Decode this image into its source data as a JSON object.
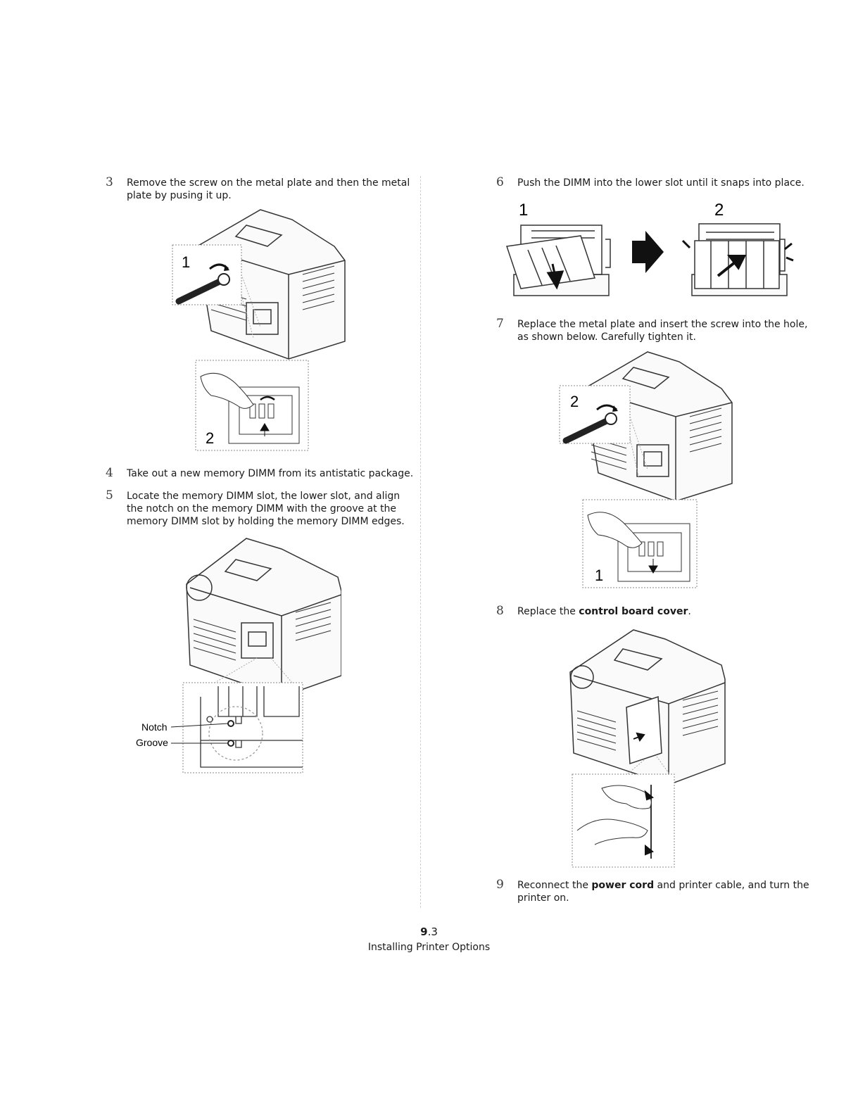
{
  "steps": [
    {
      "num": "3",
      "text": "Remove the screw on the metal plate and then the metal\nplate by pusing it up."
    },
    {
      "num": "4",
      "text": "Take out a new memory DIMM from its antistatic package."
    },
    {
      "num": "5",
      "text": "Locate the memory DIMM slot, the lower slot, and align\nthe notch on the memory DIMM with the groove at the\nmemory DIMM slot by holding the memory DIMM edges."
    },
    {
      "num": "6",
      "text": "Push the DIMM into the lower slot until it snaps into place."
    },
    {
      "num": "7",
      "text": "Replace the metal plate and insert the screw into the hole,\nas shown below. Carefully tighten it."
    },
    {
      "num": "8",
      "pre": "Replace the ",
      "bold": "control board cover",
      "post": "."
    },
    {
      "num": "9",
      "pre": "Reconnect the ",
      "bold": "power cord",
      "post": " and printer cable, and turn the\nprinter on."
    }
  ],
  "figures": {
    "fig3": {
      "label1": "1",
      "label2": "2"
    },
    "fig5": {
      "notch": "Notch",
      "groove": "Groove"
    },
    "fig6": {
      "label1": "1",
      "label2": "2"
    },
    "fig7": {
      "label1": "1",
      "label2": "2"
    }
  },
  "footer": {
    "chapter": "9",
    "page": ".3",
    "title": "Installing Printer Options"
  }
}
